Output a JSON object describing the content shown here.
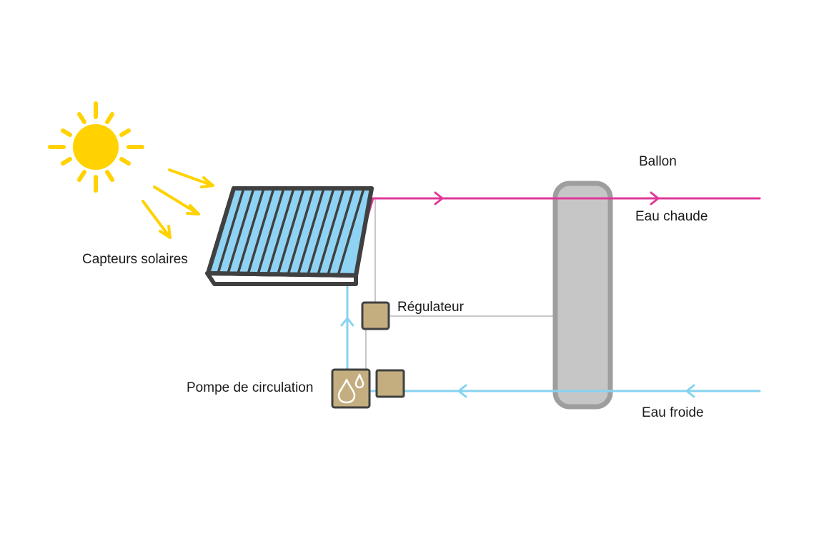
{
  "labels": {
    "collectors": "Capteurs solaires",
    "tank": "Ballon",
    "hot_water": "Eau chaude",
    "regulator": "Régulateur",
    "pump": "Pompe de circulation",
    "cold_water": "Eau froide"
  },
  "colors": {
    "sun": "#FFD200",
    "hot_pipe": "#E0389A",
    "cold_pipe": "#86D3F0",
    "control_wire": "#C8C8C8",
    "tank_fill": "#C6C6C6",
    "tank_outline": "#9E9E9E",
    "panel_frame": "#404040",
    "panel_tubes": "#8FD3F4",
    "box_fill": "#C4AE80",
    "box_outline": "#404040"
  }
}
